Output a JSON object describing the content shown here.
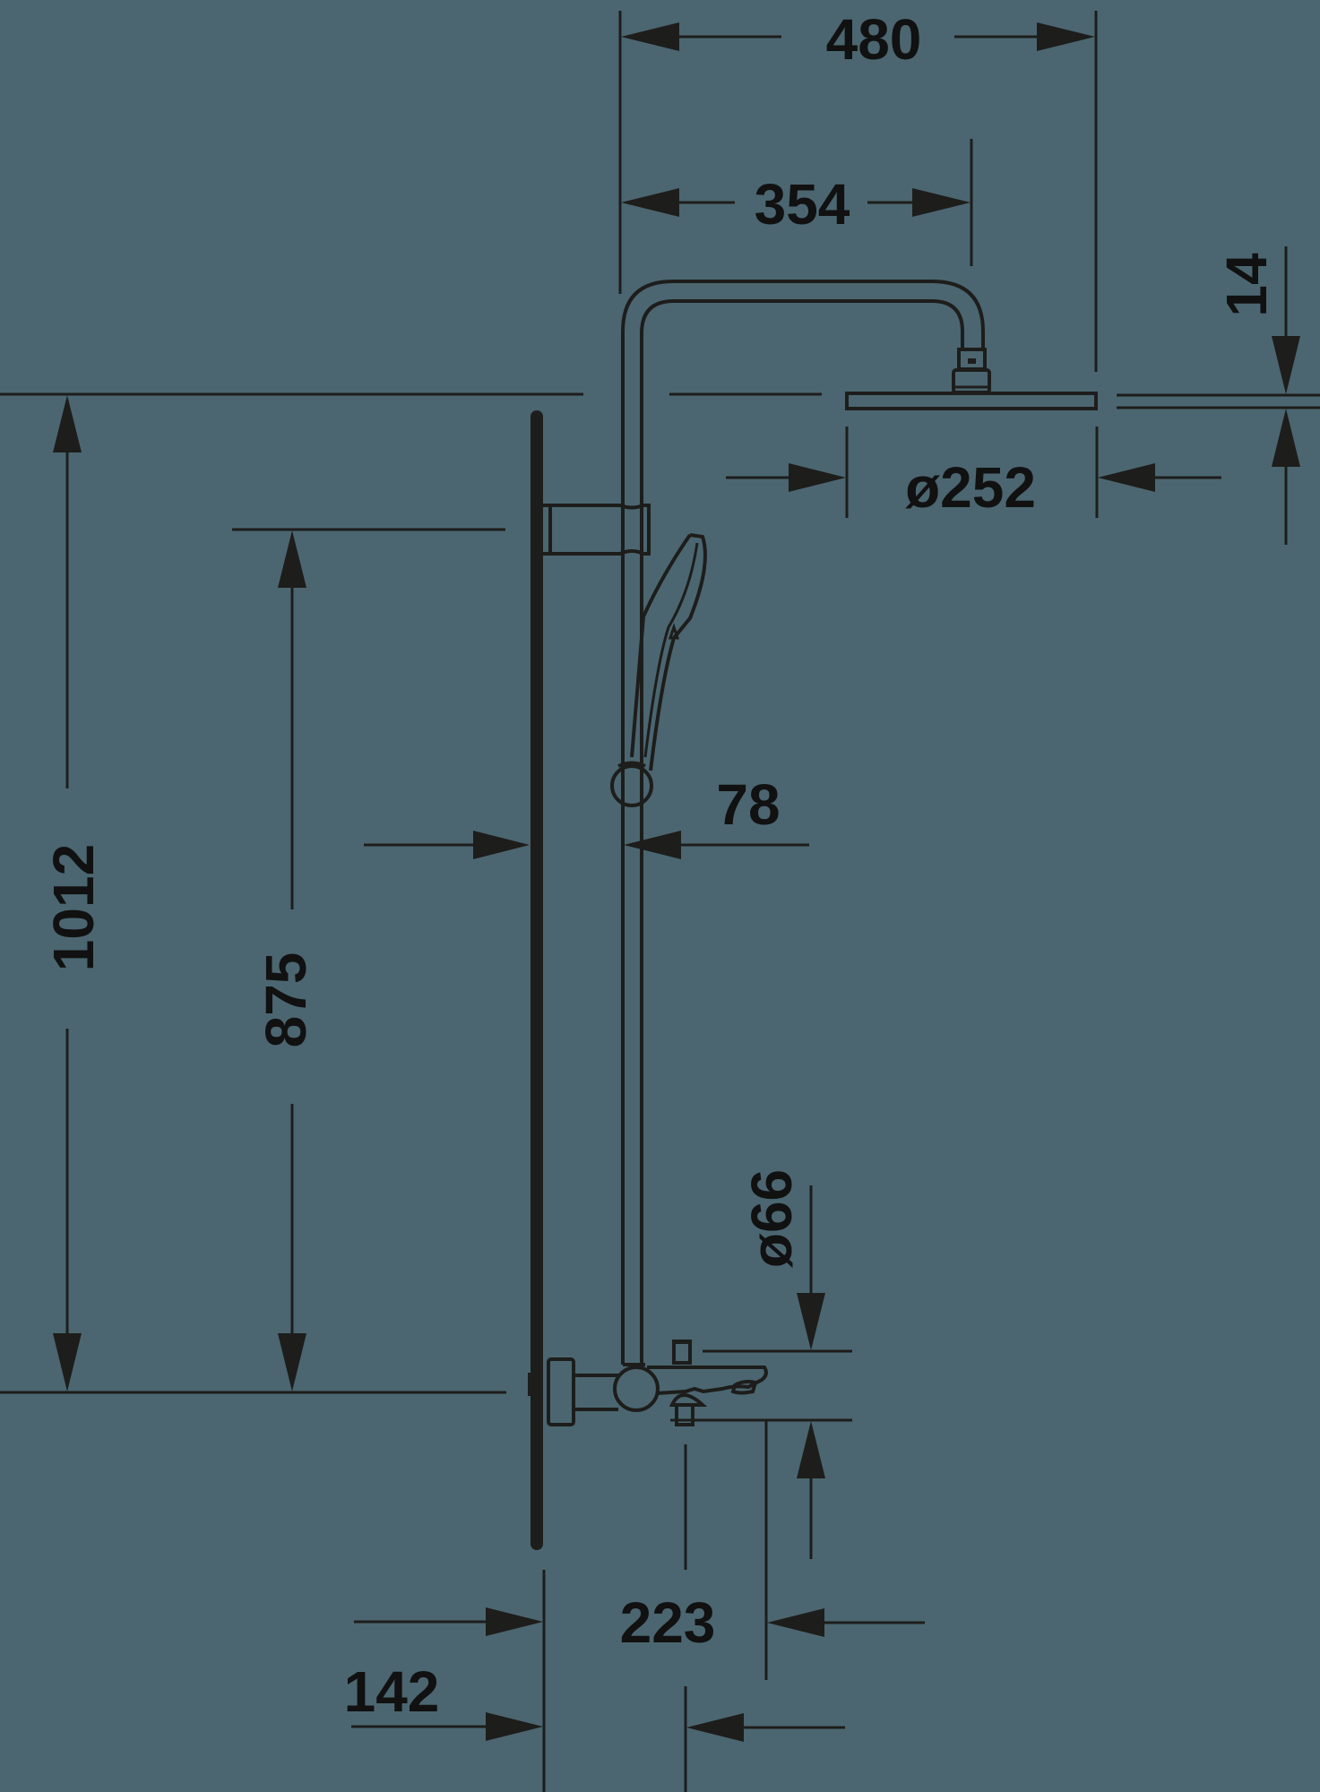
{
  "drawing": {
    "type": "technical-dimension-drawing",
    "subject": "shower system with overhead shower, hand shower on slide bar and bath thermostat mixer",
    "background_color": "#4b6670",
    "line_color": "#1d1d1b",
    "units": "mm"
  },
  "dimensions": {
    "overall_projection": {
      "label": "480",
      "orientation": "horizontal"
    },
    "arm_projection": {
      "label": "354",
      "orientation": "horizontal"
    },
    "head_thickness": {
      "label": "14",
      "orientation": "vertical"
    },
    "head_diameter": {
      "label": "ø252",
      "orientation": "horizontal"
    },
    "overall_height_to_head": {
      "label": "1012",
      "orientation": "vertical"
    },
    "slider_height": {
      "label": "875",
      "orientation": "vertical"
    },
    "pole_offset_from_wall": {
      "label": "78",
      "orientation": "horizontal"
    },
    "mixer_diameter": {
      "label": "ø66",
      "orientation": "vertical"
    },
    "spout_projection": {
      "label": "223",
      "orientation": "horizontal"
    },
    "mixer_body_projection": {
      "label": "142",
      "orientation": "horizontal"
    }
  }
}
